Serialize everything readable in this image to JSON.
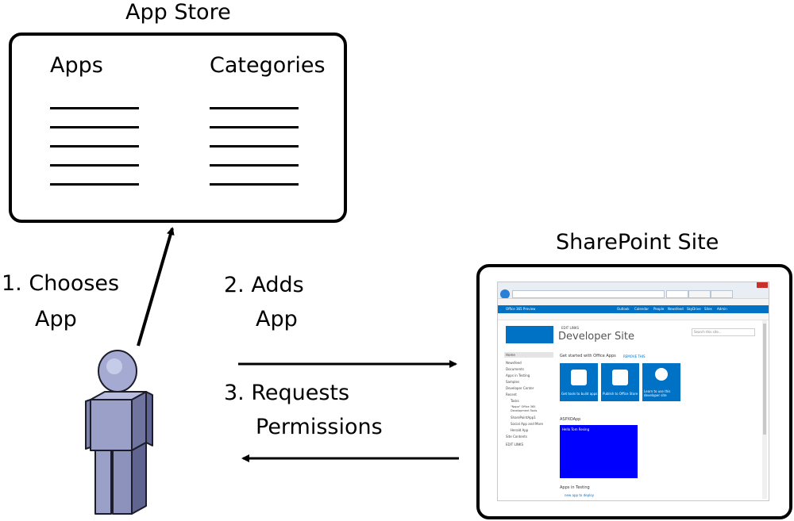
{
  "app_store": {
    "title": "App Store",
    "col_apps": "Apps",
    "col_categories": "Categories"
  },
  "sharepoint": {
    "title": "SharePoint Site",
    "screenshot": {
      "nav_bar": "Office 365 Preview",
      "top_links": [
        "Outlook",
        "Calendar",
        "People",
        "Newsfeed",
        "SkyDrive",
        "Sites",
        "Admin"
      ],
      "edit_links": "EDIT LINKS",
      "site_title": "Developer Site",
      "search_placeholder": "Search this site...",
      "get_started": "Get started with Office Apps",
      "remove_this": "REMOVE THIS",
      "tiles": [
        "Get tools to build apps",
        "Publish to Office Store",
        "Learn to use this developer site"
      ],
      "left_nav": [
        "Home",
        "Newsfeed",
        "Documents",
        "Apps in Testing",
        "Samples",
        "Developer Center",
        "Recent",
        "Tasks",
        "\"Napa\" Office 365 Development Tools",
        "SharePointApp1",
        "Social App and More",
        "Herald App",
        "Site Contents"
      ],
      "left_edit": "EDIT LINKS",
      "aspx_title": "ASPXOApp",
      "hello_text": "Hello Tom Resing",
      "apps_testing_title": "Apps in Testing",
      "new_app_link": "new app to deploy",
      "tile_color": "#0072c6",
      "hello_color": "#0000ff"
    }
  },
  "steps": {
    "step1_line1": "1.  Chooses",
    "step1_line2": "App",
    "step2_line1": "2.  Adds",
    "step2_line2": "App",
    "step3_line1": "3.  Requests",
    "step3_line2": "Permissions"
  },
  "colors": {
    "person_fill": "#9aa0c8",
    "person_stroke": "#1c1c2a"
  }
}
